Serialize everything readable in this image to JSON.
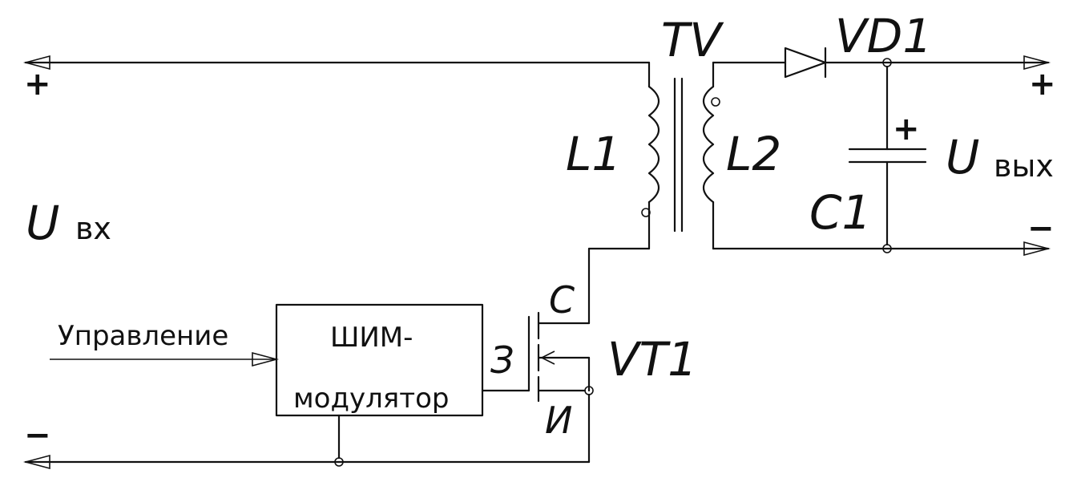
{
  "labels": {
    "transformer": "TV",
    "diode": "VD1",
    "primary": "L1",
    "secondary": "L2",
    "capacitor": "C1",
    "transistor": "VT1",
    "gate": "З",
    "drain": "С",
    "source": "И",
    "u_in_main": "U",
    "u_in_sub": "вх",
    "u_out_main": "U",
    "u_out_sub": "вых",
    "control": "Управление",
    "pwm_line1": "ШИМ-",
    "pwm_line2": "модулятор",
    "plus_in": "+",
    "minus_in": "−",
    "plus_out": "+",
    "minus_out": "−",
    "cap_plus": "+"
  }
}
